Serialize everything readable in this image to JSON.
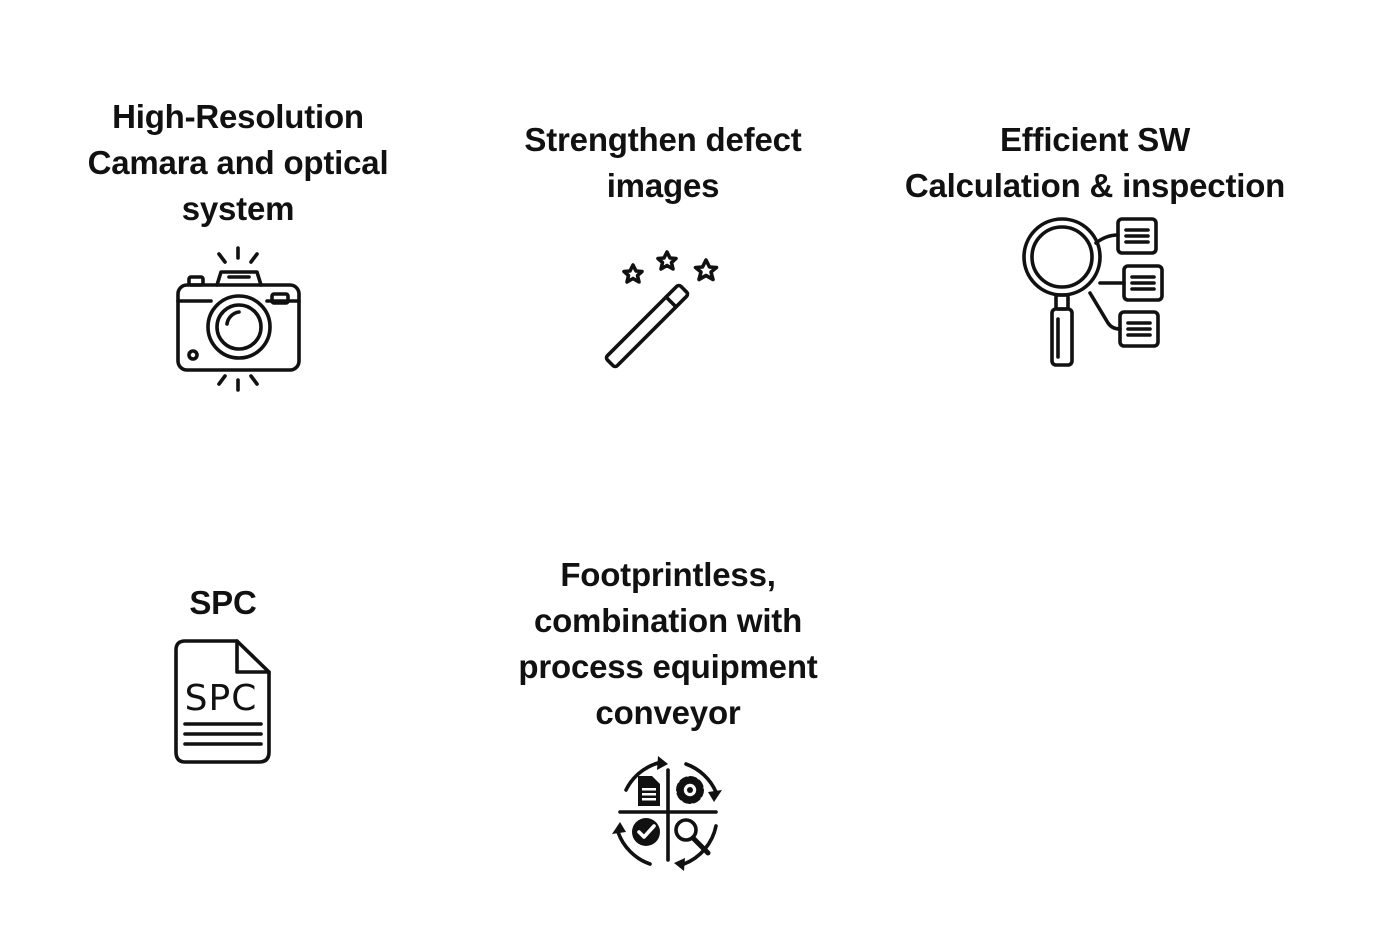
{
  "features": [
    {
      "id": "camera",
      "title": "High-Resolution\nCamara and optical\nsystem",
      "icon": "camera-icon"
    },
    {
      "id": "wand",
      "title": "Strengthen defect\nimages",
      "icon": "magic-wand-icon"
    },
    {
      "id": "search",
      "title": "Efficient SW\nCalculation & inspection",
      "icon": "magnifier-list-icon"
    },
    {
      "id": "spc",
      "title": "SPC",
      "icon": "spc-document-icon",
      "icon_text": "SPC"
    },
    {
      "id": "cycle",
      "title": "Footprintless,\ncombination with\nprocess equipment\nconveyor",
      "icon": "process-cycle-icon"
    }
  ],
  "colors": {
    "ink": "#111111",
    "background": "#ffffff"
  }
}
